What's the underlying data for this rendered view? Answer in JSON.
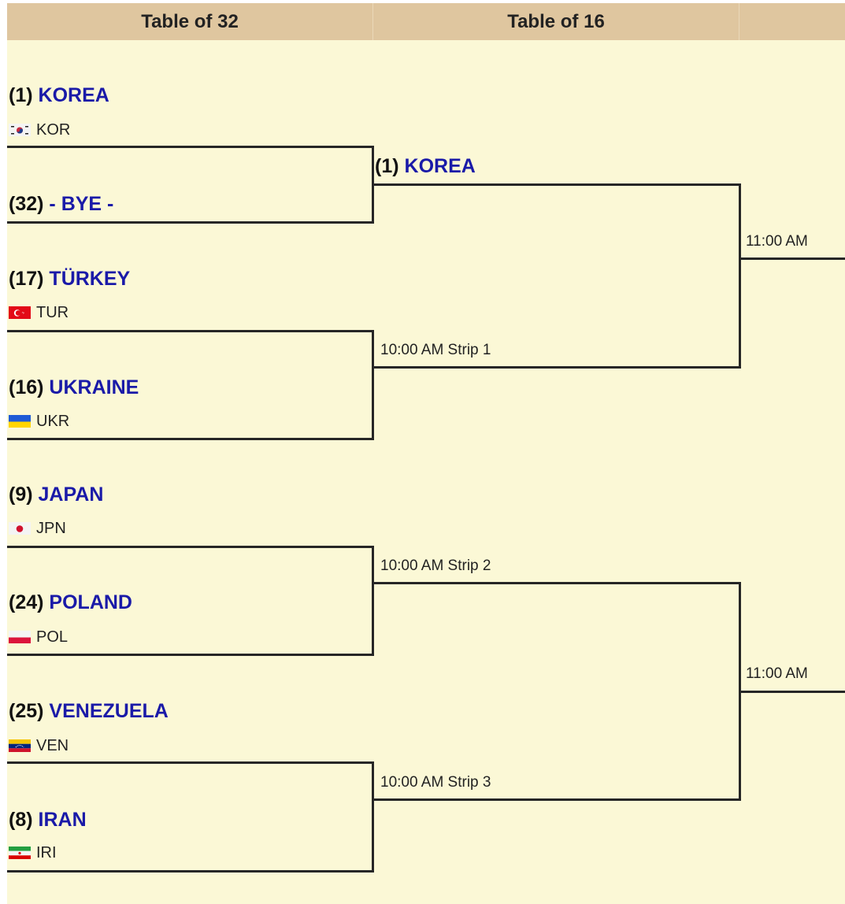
{
  "columns": {
    "round1": "Table of 32",
    "round2": "Table of 16"
  },
  "round1": [
    {
      "seed": "(1)",
      "name": "KOREA",
      "code": "KOR",
      "flag": "kor"
    },
    {
      "seed": "(32)",
      "name": "- BYE -",
      "code": "",
      "flag": ""
    },
    {
      "seed": "(17)",
      "name": "TÜRKEY",
      "code": "TUR",
      "flag": "tur"
    },
    {
      "seed": "(16)",
      "name": "UKRAINE",
      "code": "UKR",
      "flag": "ukr"
    },
    {
      "seed": "(9)",
      "name": "JAPAN",
      "code": "JPN",
      "flag": "jpn"
    },
    {
      "seed": "(24)",
      "name": "POLAND",
      "code": "POL",
      "flag": "pol"
    },
    {
      "seed": "(25)",
      "name": "VENEZUELA",
      "code": "VEN",
      "flag": "ven"
    },
    {
      "seed": "(8)",
      "name": "IRAN",
      "code": "IRI",
      "flag": "iri"
    }
  ],
  "round2": [
    {
      "seed": "(1)",
      "name": "KOREA"
    }
  ],
  "matches_round1": [
    {
      "info": ""
    },
    {
      "info": "10:00 AM Strip 1"
    },
    {
      "info": "10:00 AM Strip 2"
    },
    {
      "info": "10:00 AM Strip 3"
    }
  ],
  "matches_round2": [
    {
      "info": "11:00 AM"
    },
    {
      "info": "11:00 AM"
    }
  ],
  "colors": {
    "background": "#fbf8d6",
    "header": "#dfc69f",
    "team_link": "#1a1aa8",
    "line": "#262626"
  }
}
